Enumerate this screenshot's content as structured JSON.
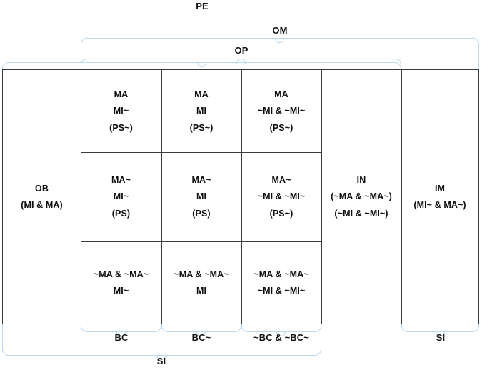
{
  "diagram": {
    "title_tag": "modal-logic-square-grid",
    "brace_color": "#b9d8ef",
    "grid_color": "#3b3b3b"
  },
  "top_braces": [
    {
      "id": "pe",
      "label": "PE"
    },
    {
      "id": "om",
      "label": "OM"
    },
    {
      "id": "op",
      "label": "OP"
    }
  ],
  "bottom_braces": [
    {
      "id": "bc",
      "label": "BC"
    },
    {
      "id": "bc_neg",
      "label": "BC~"
    },
    {
      "id": "bc_both",
      "label": "~BC & ~BC~"
    },
    {
      "id": "si_imp",
      "label": "SI"
    },
    {
      "id": "si_all",
      "label": "SI"
    }
  ],
  "columns": [
    {
      "id": "ob",
      "lines": [
        "OB",
        "(MI & MA)"
      ]
    },
    {
      "id": "bc",
      "lines": []
    },
    {
      "id": "bc_neg",
      "lines": []
    },
    {
      "id": "bc_both",
      "lines": []
    },
    {
      "id": "in",
      "lines": [
        "IN",
        "(~MA & ~MA~)",
        "(~MI & ~MI~)"
      ]
    },
    {
      "id": "im",
      "lines": [
        "IM",
        "(MI~ & MA~)"
      ]
    }
  ],
  "cells": {
    "r1c2": [
      "MA",
      "MI~",
      "(PS~)"
    ],
    "r1c3": [
      "MA",
      "MI",
      "(PS~)"
    ],
    "r1c4": [
      "MA",
      "~MI & ~MI~",
      "(PS~)"
    ],
    "r2c2": [
      "MA~",
      "MI~",
      "(PS)"
    ],
    "r2c3": [
      "MA~",
      "MI",
      "(PS)"
    ],
    "r2c4": [
      "MA~",
      "~MI & ~MI~",
      "(PS~)"
    ],
    "r3c2": [
      "~MA & ~MA~",
      "MI~"
    ],
    "r3c3": [
      "~MA & ~MA~",
      "MI"
    ],
    "r3c4": [
      "~MA & ~MA~",
      "~MI & ~MI~"
    ],
    "c1": [
      "OB",
      "(MI & MA)"
    ],
    "c5": [
      "IN",
      "(~MA & ~MA~)",
      "(~MI & ~MI~)"
    ],
    "c6": [
      "IM",
      "(MI~ & MA~)"
    ]
  }
}
